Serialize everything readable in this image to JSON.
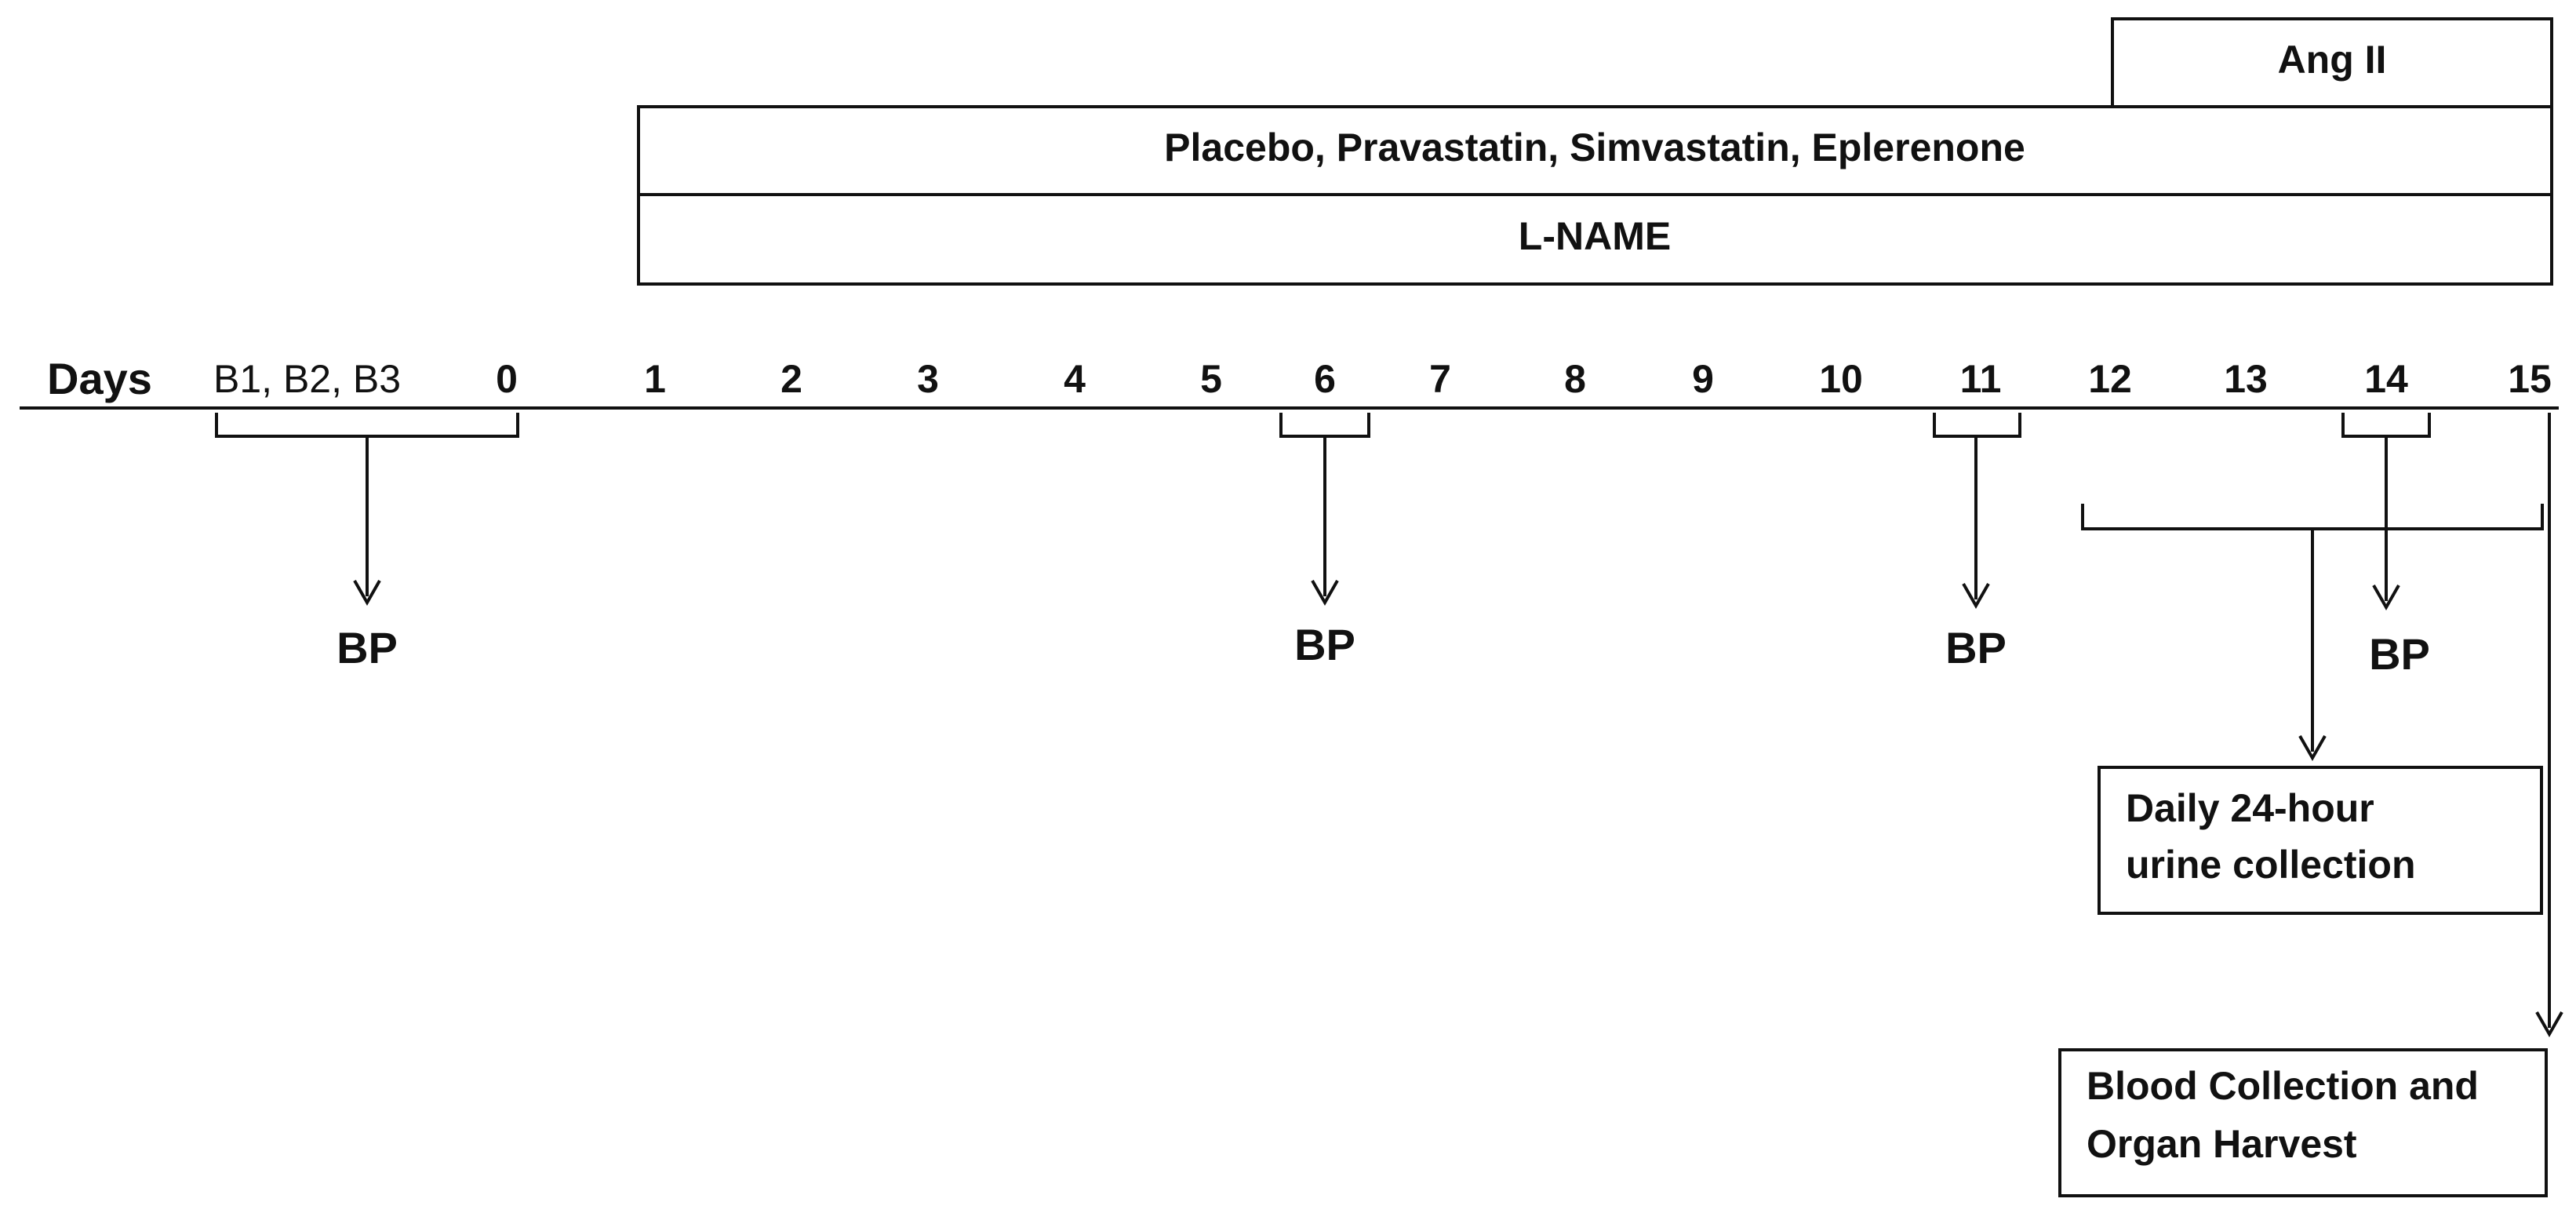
{
  "treatments": {
    "ang_ii": "Ang II",
    "drugs": "Placebo, Pravastatin, Simvastatin, Eplerenone",
    "l_name": "L-NAME"
  },
  "timeline": {
    "axis_label": "Days",
    "baseline_label": "B1, B2, B3",
    "days": [
      "0",
      "1",
      "2",
      "3",
      "4",
      "5",
      "6",
      "7",
      "8",
      "9",
      "10",
      "11",
      "12",
      "13",
      "14",
      "15"
    ]
  },
  "measurements": {
    "bp_label": "BP",
    "urine": [
      "Daily 24-hour",
      "urine collection"
    ],
    "harvest": [
      "Blood Collection and",
      "Organ Harvest"
    ]
  }
}
